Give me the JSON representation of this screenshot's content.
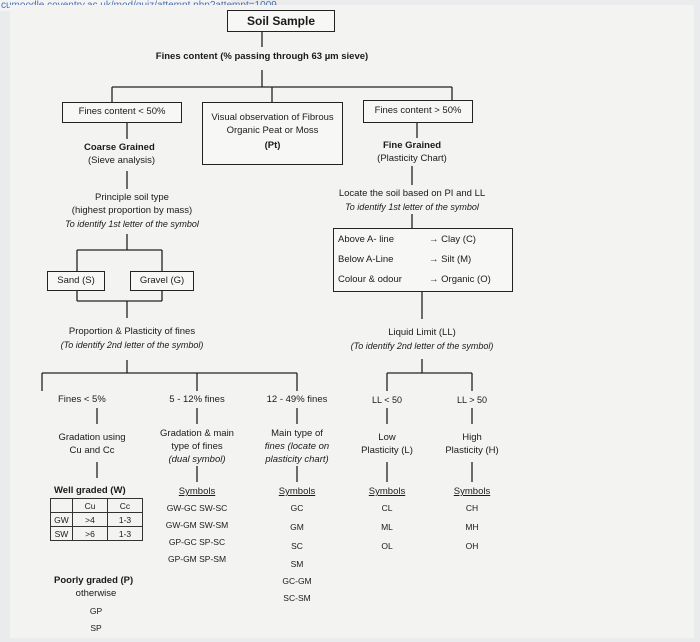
{
  "url_fragment": "cumoodle.coventry.ac.uk/mod/quiz/attempt.php?attempt=1009... ",
  "title": "Soil Sample",
  "fines_content_heading": "Fines content (% passing through 63 µm sieve)",
  "left_branch": {
    "box_label": "Fines content < 50%",
    "category": "Coarse Grained",
    "category_sub": "(Sieve analysis)",
    "principle_1": "Principle soil type",
    "principle_2": "(highest proportion by mass)",
    "principle_3": "To identify 1st letter of the symbol",
    "sand": "Sand (S)",
    "gravel": "Gravel (G)",
    "proportion_1": "Proportion & Plasticity of fines",
    "proportion_2": "(To identify 2nd letter of the symbol)",
    "fines_lt5": {
      "label": "Fines < 5%",
      "gradation_1": "Gradation using",
      "gradation_2": "Cu and Cc",
      "well_graded": "Well graded (W)",
      "table_headers": [
        "",
        "Cu",
        "Cc"
      ],
      "table_rows": [
        [
          "GW",
          ">4",
          "1-3"
        ],
        [
          "SW",
          ">6",
          "1-3"
        ]
      ],
      "poorly_graded": "Poorly graded (P)",
      "otherwise": "otherwise",
      "symbols": [
        "GP",
        "SP"
      ]
    },
    "fines_5_12": {
      "label": "5 - 12% fines",
      "desc_1": "Gradation & main",
      "desc_2": "type of fines",
      "desc_3": "(dual symbol)",
      "symbols_label": "Symbols",
      "symbols": [
        "GW-GC  SW-SC",
        "GW-GM  SW-SM",
        "GP-GC  SP-SC",
        "GP-GM  SP-SM"
      ]
    },
    "fines_12_49": {
      "label": "12 - 49% fines",
      "desc_1": "Main type of",
      "desc_2": "fines (locate on",
      "desc_3": "plasticity chart)",
      "symbols_label": "Symbols",
      "symbols": [
        "GC",
        "GM",
        "SC",
        "SM",
        "GC-GM",
        "SC-SM"
      ]
    }
  },
  "middle_branch": {
    "line_1": "Visual observation of Fibrous",
    "line_2": "Organic Peat or Moss",
    "line_3": "(Pt)"
  },
  "right_branch": {
    "box_label": "Fines content > 50%",
    "category": "Fine Grained",
    "category_sub": "(Plasticity Chart)",
    "locate_1": "Locate the soil based on PI and LL",
    "locate_2": "To identify 1st letter of the symbol",
    "aline_rows": [
      {
        "left": "Above A- line",
        "right": "→ Clay (C)"
      },
      {
        "left": "Below A-Line",
        "right": "→ Silt (M)"
      },
      {
        "left": "Colour & odour",
        "right": "→ Organic (O)"
      }
    ],
    "liquid_limit_1": "Liquid Limit (LL)",
    "liquid_limit_2": "(To identify 2nd letter of the symbol)",
    "ll_lt50": {
      "label": "LL < 50",
      "plasticity_1": "Low",
      "plasticity_2": "Plasticity (L)",
      "symbols_label": "Symbols",
      "symbols": [
        "CL",
        "ML",
        "OL"
      ]
    },
    "ll_gt50": {
      "label": "LL > 50",
      "plasticity_1": "High",
      "plasticity_2": "Plasticity (H)",
      "symbols_label": "Symbols",
      "symbols": [
        "CH",
        "MH",
        "OH"
      ]
    }
  }
}
